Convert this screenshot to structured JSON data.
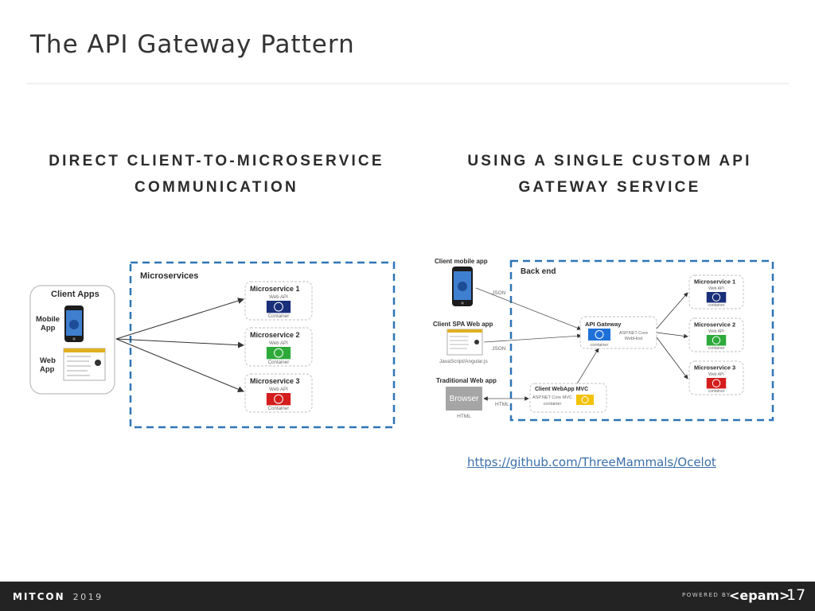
{
  "slide": {
    "title": "The API Gateway Pattern",
    "page_number": "17"
  },
  "left": {
    "heading_line1": "DIRECT CLIENT-TO-MICROSERVICE",
    "heading_line2": "COMMUNICATION",
    "client_apps_label": "Client Apps",
    "mobile_app_label_line1": "Mobile",
    "mobile_app_label_line2": "App",
    "web_app_label_line1": "Web",
    "web_app_label_line2": "App",
    "microservices_label": "Microservices",
    "services": [
      {
        "name": "Microservice 1",
        "sub1": "Web API",
        "sub2": "Container",
        "color": "#1a2f7a"
      },
      {
        "name": "Microservice 2",
        "sub1": "Web API",
        "sub2": "Container",
        "color": "#2eaa3a"
      },
      {
        "name": "Microservice 3",
        "sub1": "Web API",
        "sub2": "Container",
        "color": "#d41d1d"
      }
    ]
  },
  "right": {
    "heading_line1": "USING A SINGLE CUSTOM API",
    "heading_line2": "GATEWAY SERVICE",
    "client_mobile_label": "Client mobile app",
    "client_spa_label": "Client SPA Web app",
    "spa_tech_label": "JavaScript/Angular.js",
    "traditional_label": "Traditional Web app",
    "browser_label": "Browser",
    "html_under_browser": "HTML",
    "json_label_1": "JSON",
    "json_label_2": "JSON",
    "html_label": "HTML",
    "back_end_label": "Back end",
    "api_gateway_label": "API Gateway",
    "api_gateway_tech_line1": "ASP.NET Core",
    "api_gateway_tech_line2": "WebHost",
    "api_gateway_container": "container",
    "webapp_mvc_label": "Client WebApp MVC",
    "webapp_mvc_tech": "ASP.NET Core MVC",
    "webapp_mvc_container": "container",
    "services": [
      {
        "name": "Microservice 1",
        "sub1": "Web API",
        "sub2": "container",
        "color": "#1a2f7a"
      },
      {
        "name": "Microservice 2",
        "sub1": "Web API",
        "sub2": "container",
        "color": "#2eaa3a"
      },
      {
        "name": "Microservice 3",
        "sub1": "Web API",
        "sub2": "container",
        "color": "#d41d1d"
      }
    ]
  },
  "link": {
    "text": "https://github.com/ThreeMammals/Ocelot"
  },
  "footer": {
    "logo_text": "MITCON",
    "logo_year": "2019",
    "powered_by": "POWERED BY",
    "brand": "<epam>"
  },
  "colors": {
    "accent_blue": "#2e75b6",
    "gateway_blue": "#1e6fd8",
    "mvc_yellow": "#f3c200",
    "footer_bg": "#232323"
  }
}
